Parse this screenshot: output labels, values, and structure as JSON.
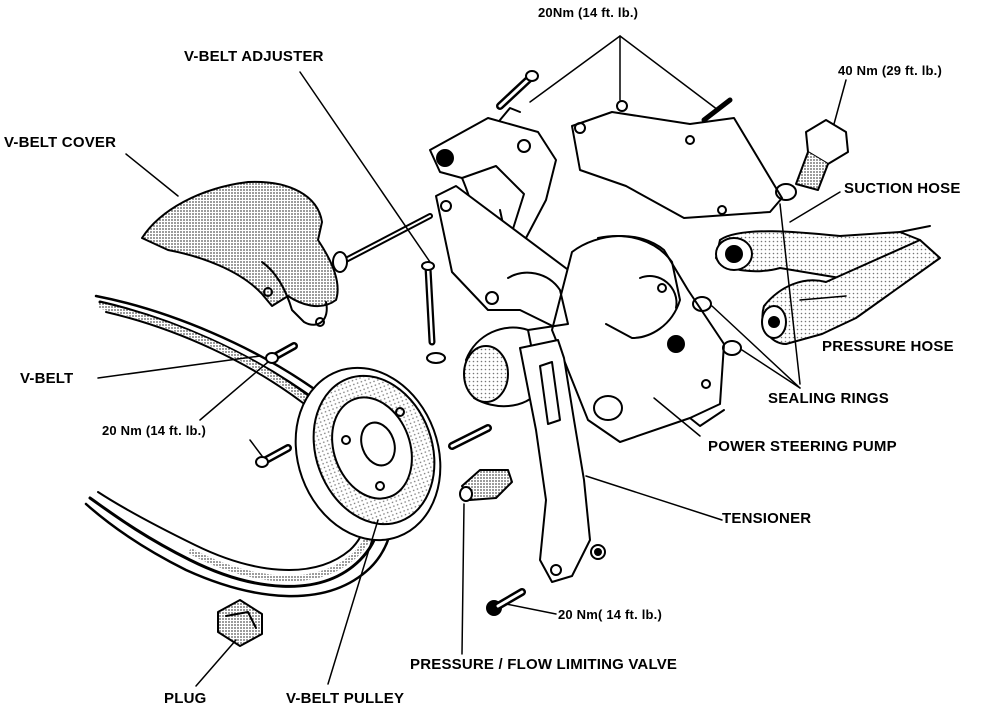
{
  "labels": {
    "torque_top": "20Nm (14 ft. lb.)",
    "vbelt_adjuster": "V-BELT ADJUSTER",
    "torque_40": "40 Nm (29 ft. lb.)",
    "vbelt_cover": "V-BELT COVER",
    "suction_hose": "SUCTION HOSE",
    "pressure_hose": "PRESSURE HOSE",
    "vbelt": "V-BELT",
    "sealing_rings": "SEALING RINGS",
    "torque_left": "20 Nm (14 ft. lb.)",
    "power_steering_pump": "POWER STEERING PUMP",
    "tensioner": "TENSIONER",
    "torque_bottom": "20 Nm( 14 ft. lb.)",
    "pressure_flow_valve": "PRESSURE / FLOW LIMITING VALVE",
    "plug": "PLUG",
    "vbelt_pulley": "V-BELT PULLEY"
  },
  "colors": {
    "ink": "#000000",
    "paper": "#ffffff",
    "shade": "#9a9a9a"
  }
}
